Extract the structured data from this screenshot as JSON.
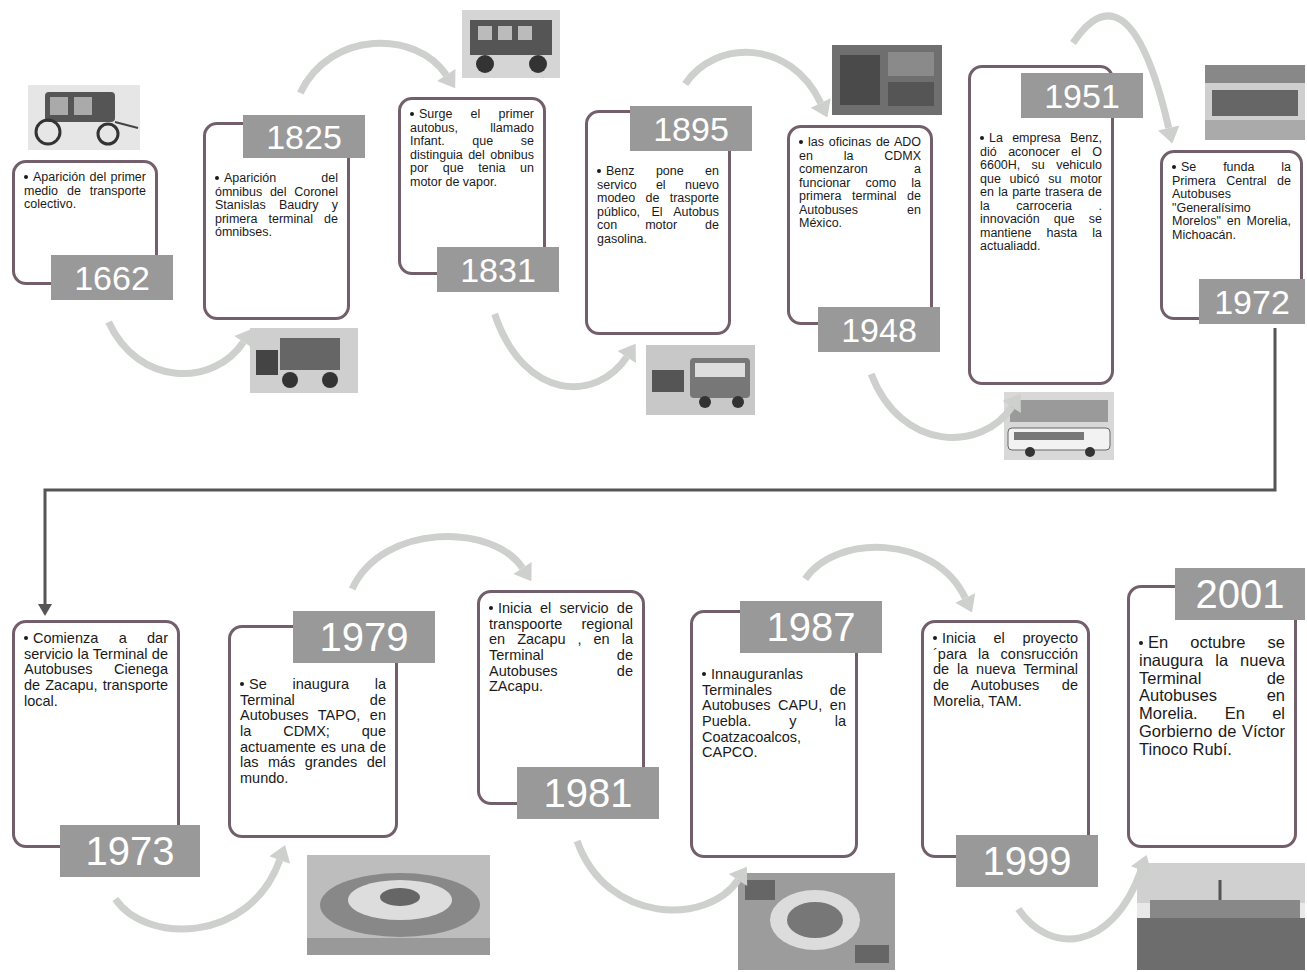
{
  "diagram": {
    "nodes": [
      {
        "text": [
          "1662",
          "Aparición del primer medio de transporte colectivo."
        ]
      },
      {
        "text": [
          "1825",
          "Aparición del ómnibus del Coronel Stanislas Baudry y primera terminal de ómnibses."
        ]
      },
      {
        "text": [
          "1831",
          "Surge el primer autobus, llamado Infant. que se distinguia del obnibus por que tenia un motor de vapor."
        ]
      },
      {
        "text": [
          "1895",
          "Benz pone en servico el nuevo modeo de trasporte público, El Autobus con motor de gasolina."
        ]
      },
      {
        "text": [
          "1948",
          "las oficinas de ADO en la CDMX comenzaron a funcionar como la primera terminal de Autobuses en México."
        ]
      },
      {
        "text": [
          "1951",
          "La empresa Benz, dió aconocer el O 6600H, su vehiculo que ubicó su motor en la parte trasera de la carroceria . innovación que se mantiene hasta la actualiadd."
        ]
      },
      {
        "text": [
          "1972",
          "Se funda la Primera Central de Autobuses \"Generalísimo Morelos\" en Morelia, Michoacán."
        ]
      },
      {
        "text": [
          "1973",
          "Comienza a dar servicio la Terminal de Autobuses Cienega de Zacapu, transporte local."
        ]
      },
      {
        "text": [
          "1979",
          "Se inaugura la Terminal de Autobuses TAPO, en la CDMX; que actuamente es una de las más grandes del mundo."
        ]
      },
      {
        "text": [
          "1981",
          "Inicia el servicio de transpoorte regional en Zacapu , en la Terminal de Autobuses de ZAcapu."
        ]
      },
      {
        "text": [
          "1987",
          "Innauguranlas Terminales de Autobuses CAPU, en Puebla. y la Coatzacoalcos, CAPCO."
        ]
      },
      {
        "text": [
          "1999",
          "Inicia el proyecto ´para la consrucción de la nueva Terminal de Autobuses de Morelia, TAM."
        ]
      },
      {
        "text": [
          "2001",
          "En octubre se inaugura la nueva Terminal de Autobuses en Morelia. En el Gorbierno de Víctor Tinoco Rubí."
        ]
      }
    ],
    "edges": [
      {
        "from": 0,
        "to": 1,
        "arrow": "to"
      },
      {
        "from": 1,
        "to": 2,
        "arrow": "to"
      },
      {
        "from": 2,
        "to": 3,
        "arrow": "to"
      },
      {
        "from": 3,
        "to": 4,
        "arrow": "to"
      },
      {
        "from": 4,
        "to": 5,
        "arrow": "to"
      },
      {
        "from": 5,
        "to": 6,
        "arrow": "to"
      },
      {
        "from": 6,
        "to": 7,
        "arrow": "to"
      },
      {
        "from": 7,
        "to": 8,
        "arrow": "to"
      },
      {
        "from": 8,
        "to": 9,
        "arrow": "to"
      },
      {
        "from": 9,
        "to": 10,
        "arrow": "to"
      },
      {
        "from": 10,
        "to": 11,
        "arrow": "to"
      },
      {
        "from": 11,
        "to": 12,
        "arrow": "to"
      }
    ]
  }
}
